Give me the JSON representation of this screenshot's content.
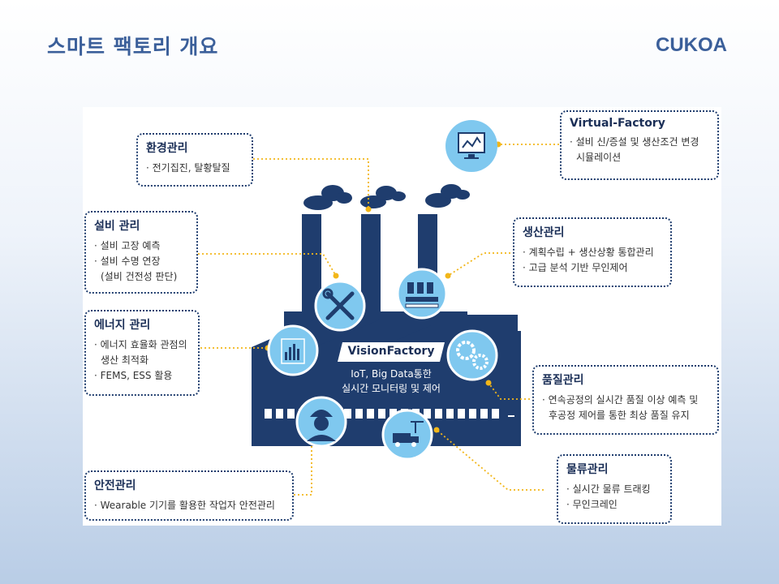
{
  "header": {
    "title": "스마트 팩토리 개요",
    "brand": "CUKOA"
  },
  "factory": {
    "name": "VisionFactory",
    "line1": "IoT, Big Data통한",
    "line2": "실시간 모니터링 및 제어"
  },
  "boxes": {
    "env": {
      "title": "환경관리",
      "items": [
        "전기집진, 탈황탈질"
      ]
    },
    "equip": {
      "title": "설비 관리",
      "items": [
        "설비 고장 예측",
        "설비 수명 연장"
      ],
      "cont": "(설비 건전성 판단)"
    },
    "energy": {
      "title": "에너지 관리",
      "items": [
        "에너지 효율화 관점의",
        "FEMS, ESS 활용"
      ],
      "cont": "생산 최적화"
    },
    "safety": {
      "title": "안전관리",
      "items": [
        "Wearable 기기를 활용한 작업자 안전관리"
      ]
    },
    "virtual": {
      "title": "Virtual-Factory",
      "items": [
        "설비 신/증설 및 생산조건 변경"
      ],
      "cont": "시뮬레이션"
    },
    "production": {
      "title": "생산관리",
      "items": [
        "계획수립 + 생산상황 통합관리",
        "고급 분석 기반 무인제어"
      ]
    },
    "quality": {
      "title": "품질관리",
      "items": [
        "연속공정의 실시간 품질 이상 예측 및"
      ],
      "cont": "후공정 제어를 통한 최상 품질 유지"
    },
    "logistics": {
      "title": "물류관리",
      "items": [
        "실시간 물류 트래킹",
        "무인크레인"
      ]
    }
  },
  "colors": {
    "factory": "#1f3d6e",
    "circle_fill": "#7fc8ef",
    "connector": "#f2b619",
    "title": "#3b5f9a"
  },
  "icons": [
    "tools-icon",
    "production-line-icon",
    "chart-icon",
    "gears-icon",
    "worker-icon",
    "logistics-truck-icon",
    "monitor-chart-icon"
  ]
}
